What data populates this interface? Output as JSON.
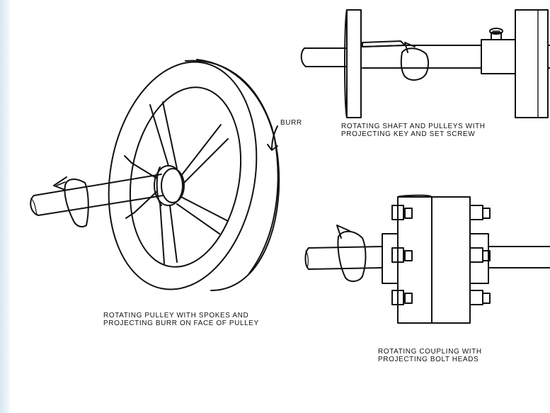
{
  "labels": {
    "burr": "BURR"
  },
  "captions": {
    "shaft_pulleys": {
      "line1": "ROTATING SHAFT AND PULLEYS WITH",
      "line2": "PROJECTING KEY AND SET SCREW"
    },
    "pulley_spokes": {
      "line1": "ROTATING PULLEY WITH SPOKES AND",
      "line2": "PROJECTING BURR ON FACE OF PULLEY"
    },
    "coupling": {
      "line1": "ROTATING COUPLING WITH",
      "line2": "PROJECTING BOLT HEADS"
    }
  }
}
